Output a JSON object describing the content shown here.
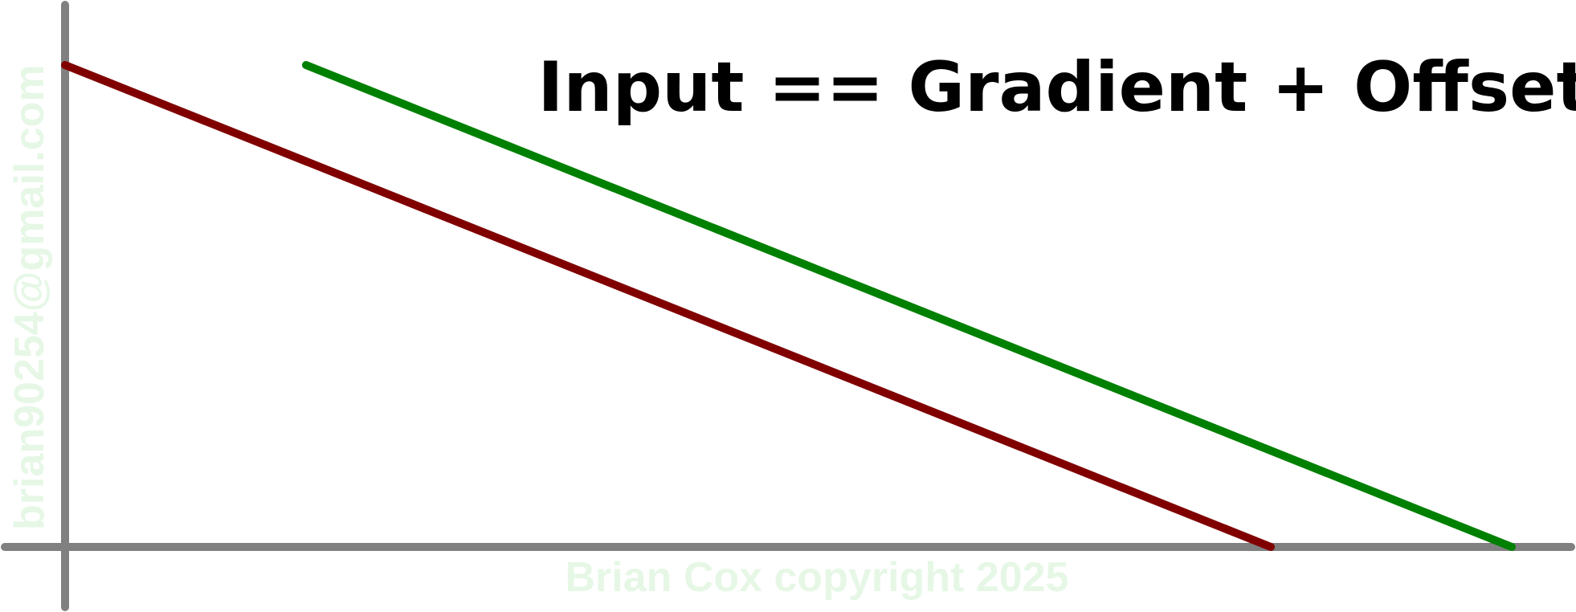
{
  "title": "Input == Gradient + Offset",
  "watermarks": {
    "side": "brian90254@gmail.com",
    "bottom": "Brian Cox copyright 2025"
  },
  "colors": {
    "background": "#ffffff",
    "axes": "#808080",
    "red_line": "#800000",
    "green_line": "#008000",
    "watermark": "#e6f7e6"
  },
  "series": [
    {
      "color_key": "red_line"
    },
    {
      "color_key": "green_line"
    }
  ]
}
